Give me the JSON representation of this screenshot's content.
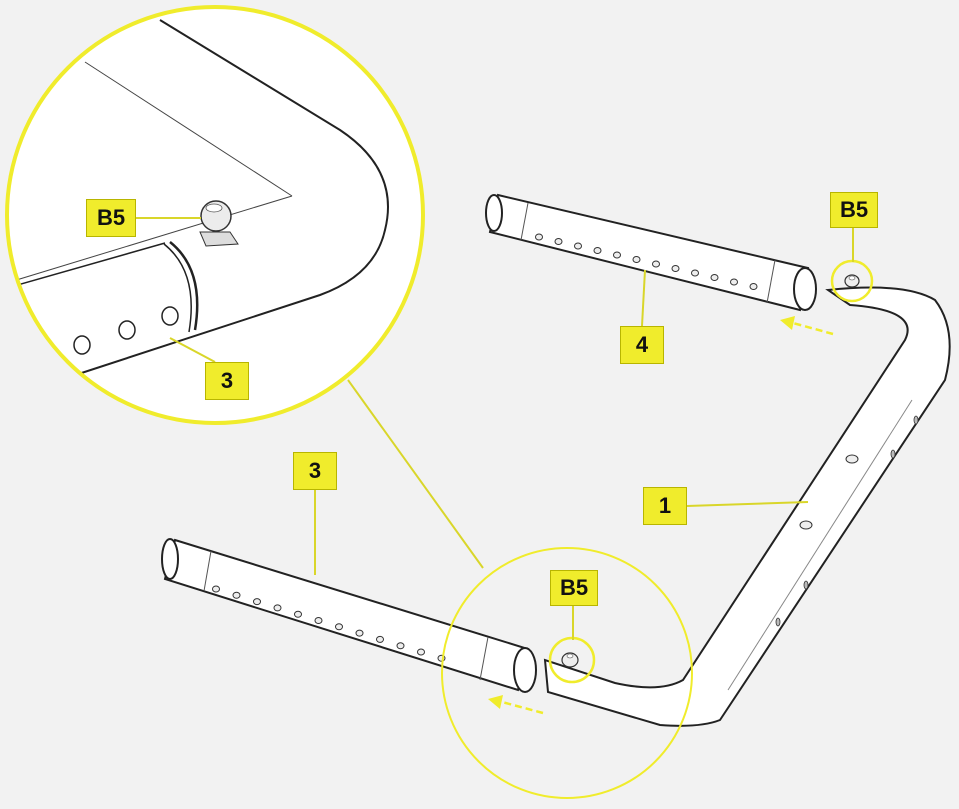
{
  "colors": {
    "background": "#f2f2f2",
    "highlight": "#f0ec2c",
    "leader": "#d9d62a",
    "stroke": "#222222",
    "part_fill": "#ffffff",
    "arrow": "#f0ec2c"
  },
  "callouts": {
    "zoom_fastener": "B5",
    "zoom_tube": "3",
    "top_fastener": "B5",
    "upper_tube": "4",
    "lower_tube": "3",
    "frame": "1",
    "bottom_fastener": "B5"
  }
}
